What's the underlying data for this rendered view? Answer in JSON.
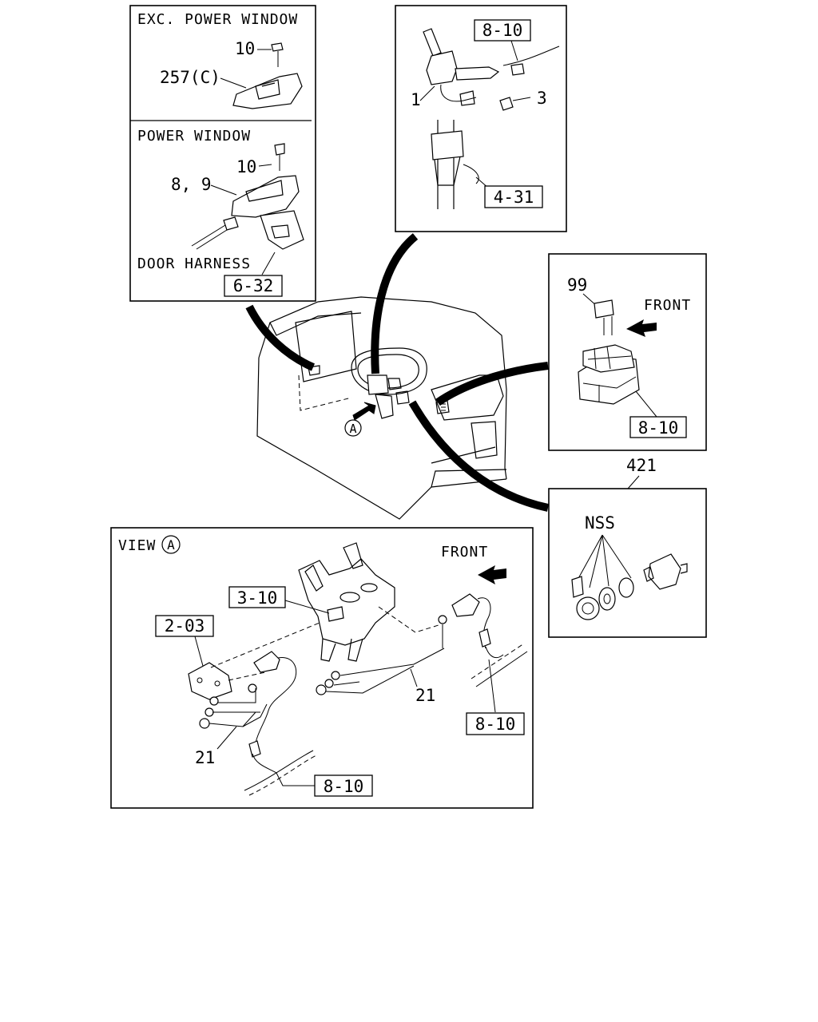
{
  "panels": {
    "exc_power_window": {
      "title": "EXC. POWER WINDOW",
      "labels": {
        "screw": "10",
        "panel": "257(C)"
      }
    },
    "power_window": {
      "title": "POWER WINDOW",
      "labels": {
        "screw": "10",
        "switch": "8, 9"
      },
      "harness_label": "DOOR HARNESS",
      "ref": "6-32"
    },
    "steering": {
      "ref_top": "8-10",
      "labels": {
        "switch": "1",
        "screw": "3"
      },
      "ref_column": "4-31"
    },
    "relay": {
      "label": "99",
      "front": "FRONT",
      "ref": "8-10"
    },
    "nss": {
      "part_no": "421",
      "label": "NSS"
    },
    "view_a": {
      "title": "VIEW",
      "marker": "A",
      "front": "FRONT",
      "refs": {
        "bracket": "3-10",
        "plate": "2-03",
        "right_harness": "8-10",
        "bottom_harness": "8-10"
      },
      "labels": {
        "right_switch": "21",
        "left_switch": "21"
      }
    }
  },
  "dash_marker": "A"
}
